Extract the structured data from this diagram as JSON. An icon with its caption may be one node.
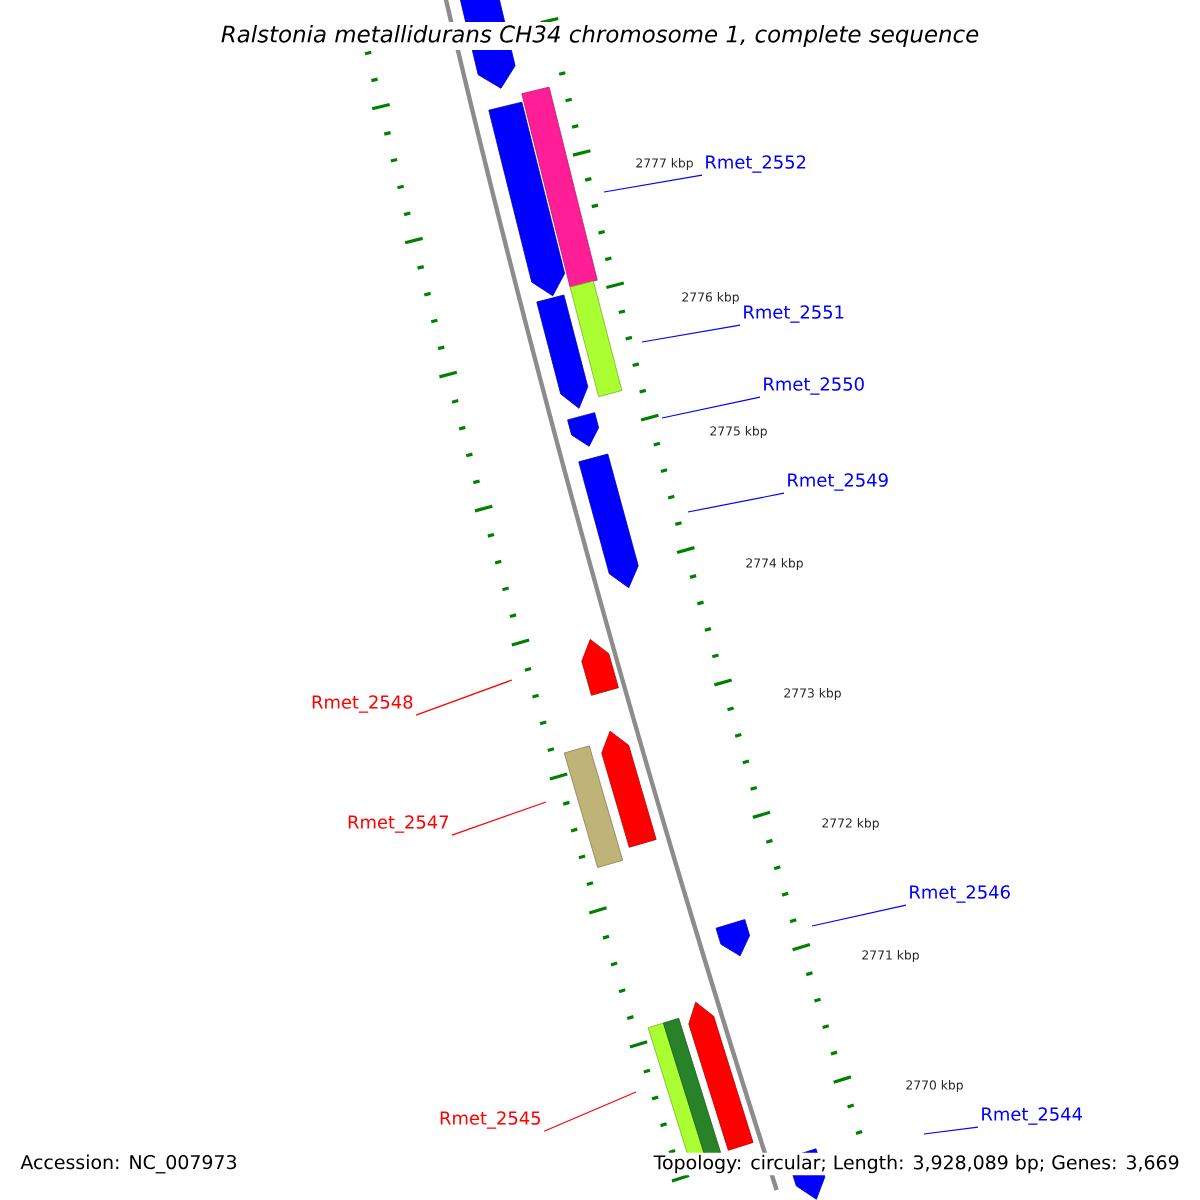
{
  "diagram": {
    "title": "Ralstonia metallidurans CH34 chromosome 1, complete sequence",
    "nodes": [
      {
        "text": [
          "Rmet_2552"
        ]
      },
      {
        "text": [
          "Rmet_2551"
        ]
      },
      {
        "text": [
          "Rmet_2550"
        ]
      },
      {
        "text": [
          "Rmet_2549"
        ]
      },
      {
        "text": [
          "Rmet_2548"
        ]
      },
      {
        "text": [
          "Rmet_2547"
        ]
      },
      {
        "text": [
          "Rmet_2546"
        ]
      },
      {
        "text": [
          "Rmet_2545"
        ]
      },
      {
        "text": [
          "Rmet_2544"
        ]
      }
    ],
    "edges": [
      {
        "from": 0,
        "to": null,
        "arrow": "none"
      },
      {
        "from": 1,
        "to": null,
        "arrow": "none"
      },
      {
        "from": 2,
        "to": null,
        "arrow": "none"
      },
      {
        "from": 3,
        "to": null,
        "arrow": "none"
      },
      {
        "from": 4,
        "to": null,
        "arrow": "none",
        "color": "#ff0000"
      },
      {
        "from": 5,
        "to": null,
        "arrow": "none",
        "color": "#ff0000"
      },
      {
        "from": 6,
        "to": null,
        "arrow": "none"
      },
      {
        "from": 7,
        "to": null,
        "arrow": "none",
        "color": "#ff0000"
      },
      {
        "from": 8,
        "to": null,
        "arrow": "none"
      }
    ],
    "labels": [
      "2777 kbp",
      "2776 kbp",
      "2775 kbp",
      "2774 kbp",
      "2773 kbp",
      "2772 kbp",
      "2771 kbp",
      "2770 kbp",
      "Accession: NC_007973",
      "Topology: circular; Length: 3,928,089 bp; Genes: 3,669"
    ]
  }
}
